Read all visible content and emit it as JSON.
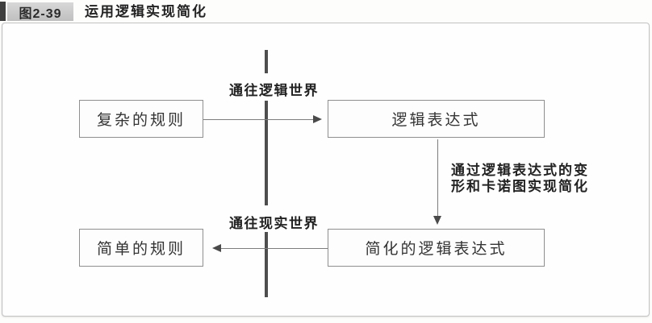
{
  "header": {
    "figure_label": "图2-39",
    "title": "运用逻辑实现简化"
  },
  "diagram": {
    "nodes": {
      "complex_rules": "复杂的规则",
      "logic_expression": "逻辑表达式",
      "simple_rules": "简单的规则",
      "simplified_logic_expression": "简化的逻辑表达式"
    },
    "labels": {
      "to_logic_world": "通往逻辑世界",
      "to_real_world": "通往现实世界",
      "simplify_note": "通过逻辑表达式的变形和卡诺图实现简化"
    },
    "arrows": [
      {
        "from": "complex_rules",
        "to": "logic_expression",
        "direction": "right",
        "label": "通往逻辑世界"
      },
      {
        "from": "logic_expression",
        "to": "simplified_logic_expression",
        "direction": "down",
        "label": "通过逻辑表达式的变形和卡诺图实现简化"
      },
      {
        "from": "simplified_logic_expression",
        "to": "simple_rules",
        "direction": "left",
        "label": "通往现实世界"
      }
    ],
    "colors": {
      "badge_bar": "#3f3f3f",
      "badge_background": "#c9c9c9",
      "panel_border": "#c3c3c3",
      "node_border": "#8f8f8f",
      "arrow_line": "#7d7d7d",
      "arrow_head": "#4a4a4a",
      "divider_bar": "#4e4e4e",
      "text": "#222222"
    }
  }
}
